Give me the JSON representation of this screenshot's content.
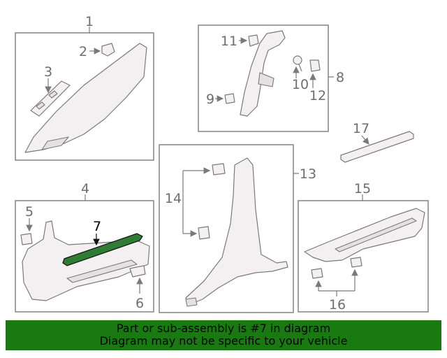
{
  "callouts": {
    "c1": "1",
    "c2": "2",
    "c3": "3",
    "c4": "4",
    "c5": "5",
    "c6": "6",
    "c7": "7",
    "c8": "8",
    "c9": "9",
    "c10": "10",
    "c11": "11",
    "c12": "12",
    "c13": "13",
    "c14": "14",
    "c15": "15",
    "c16": "16",
    "c17": "17"
  },
  "highlight_color": "#2f7d35",
  "banner": {
    "line1": "Part or sub-assembly is #7 in diagram",
    "line2": "Diagram may not be specific to your vehicle",
    "color": "#1a7a12"
  }
}
